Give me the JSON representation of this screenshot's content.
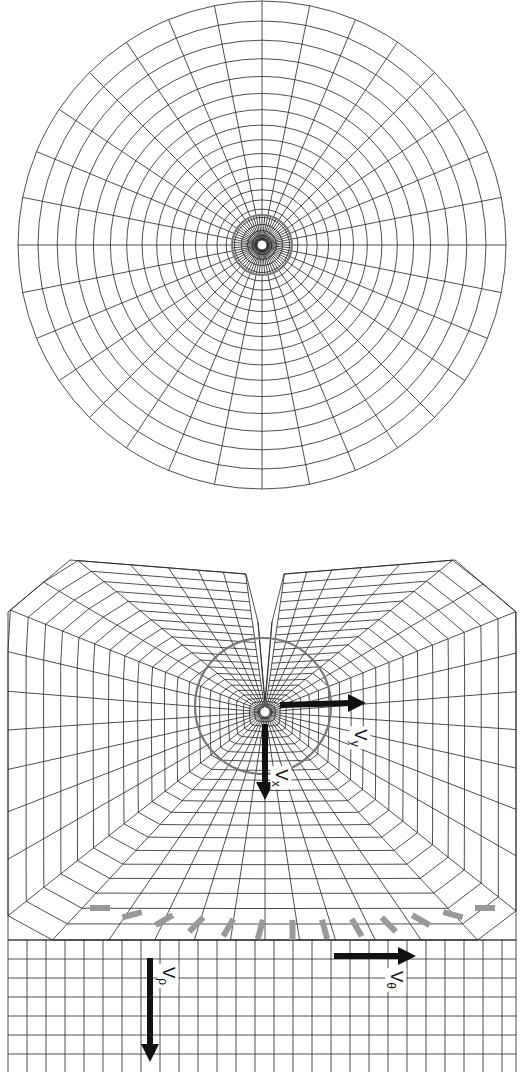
{
  "diagram": {
    "labels": [
      "V",
      "y",
      "V",
      "x",
      "V",
      "ρ",
      "V",
      "θ"
    ]
  }
}
